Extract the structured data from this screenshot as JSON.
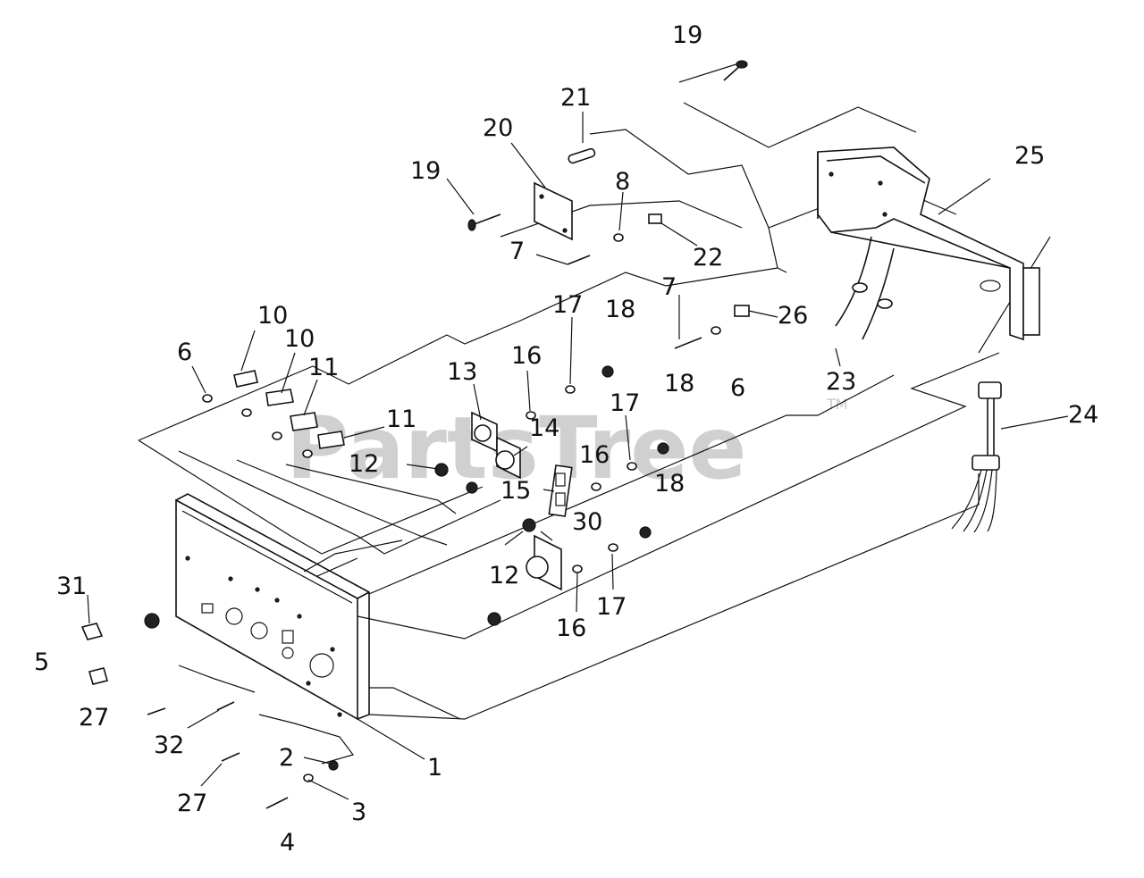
{
  "diagram": {
    "watermark": "PartsTree",
    "trademark": "TM",
    "callouts": [
      {
        "id": "c19a",
        "label": "19"
      },
      {
        "id": "c21",
        "label": "21"
      },
      {
        "id": "c20",
        "label": "20"
      },
      {
        "id": "c19b",
        "label": "19"
      },
      {
        "id": "c8",
        "label": "8"
      },
      {
        "id": "c7a",
        "label": "7"
      },
      {
        "id": "c22",
        "label": "22"
      },
      {
        "id": "c25",
        "label": "25"
      },
      {
        "id": "c7b",
        "label": "7"
      },
      {
        "id": "c26",
        "label": "26"
      },
      {
        "id": "c17a",
        "label": "17"
      },
      {
        "id": "c18a",
        "label": "18"
      },
      {
        "id": "c18b",
        "label": "18"
      },
      {
        "id": "c6b",
        "label": "6"
      },
      {
        "id": "c23",
        "label": "23"
      },
      {
        "id": "c10a",
        "label": "10"
      },
      {
        "id": "c10b",
        "label": "10"
      },
      {
        "id": "c6a",
        "label": "6"
      },
      {
        "id": "c11a",
        "label": "11"
      },
      {
        "id": "c13",
        "label": "13"
      },
      {
        "id": "c16a",
        "label": "16"
      },
      {
        "id": "c14",
        "label": "14"
      },
      {
        "id": "c17b",
        "label": "17"
      },
      {
        "id": "c11b",
        "label": "11"
      },
      {
        "id": "c12a",
        "label": "12"
      },
      {
        "id": "c16b",
        "label": "16"
      },
      {
        "id": "c15",
        "label": "15"
      },
      {
        "id": "c24",
        "label": "24"
      },
      {
        "id": "c30",
        "label": "30"
      },
      {
        "id": "c18c",
        "label": "18"
      },
      {
        "id": "c12b",
        "label": "12"
      },
      {
        "id": "c31",
        "label": "31"
      },
      {
        "id": "c17c",
        "label": "17"
      },
      {
        "id": "c16c",
        "label": "16"
      },
      {
        "id": "c5",
        "label": "5"
      },
      {
        "id": "c27a",
        "label": "27"
      },
      {
        "id": "c32",
        "label": "32"
      },
      {
        "id": "c1",
        "label": "1"
      },
      {
        "id": "c2",
        "label": "2"
      },
      {
        "id": "c27b",
        "label": "27"
      },
      {
        "id": "c3",
        "label": "3"
      },
      {
        "id": "c4",
        "label": "4"
      }
    ]
  }
}
